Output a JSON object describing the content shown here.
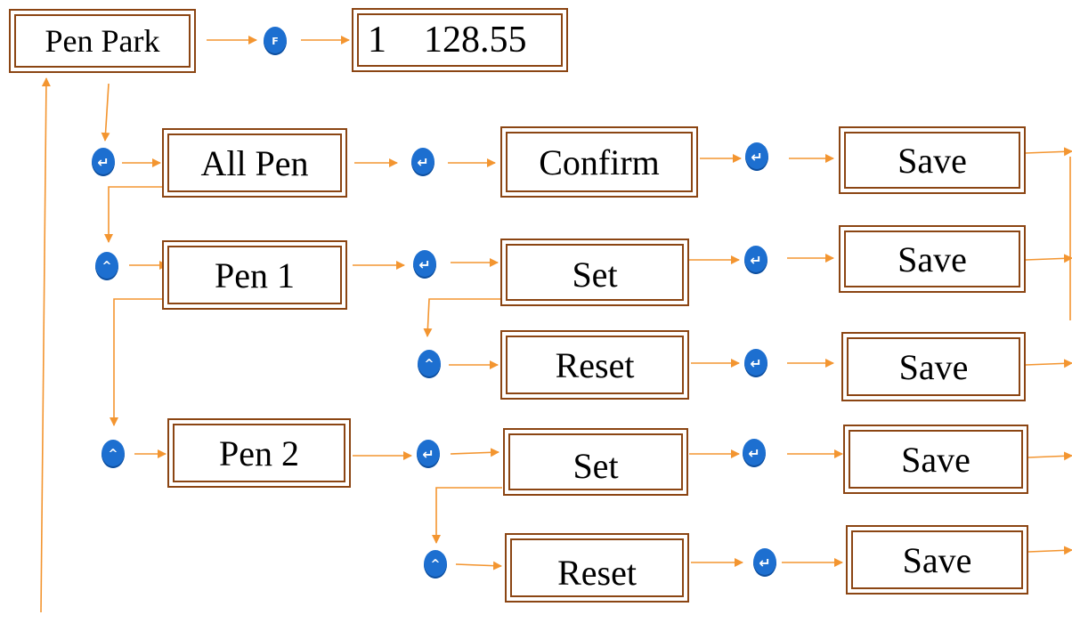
{
  "boxes": {
    "pen_park": "Pen Park",
    "display_value": "1    128.55",
    "all_pen": "All Pen",
    "confirm": "Confirm",
    "pen1": "Pen 1",
    "pen1_set": "Set",
    "pen1_reset": "Reset",
    "pen2": "Pen 2",
    "pen2_set": "Set",
    "pen2_reset": "Reset",
    "save": "Save"
  },
  "buttons": {
    "f_key": "F",
    "enter_key": "↵",
    "up_key": "^"
  },
  "icons": {
    "f_key": "f-key-icon",
    "enter_key": "enter-key-icon",
    "up_key": "up-arrow-key-icon"
  },
  "colors": {
    "arrow": "#f39530",
    "box_border": "#8b4513",
    "button": "#1d6fd0"
  }
}
